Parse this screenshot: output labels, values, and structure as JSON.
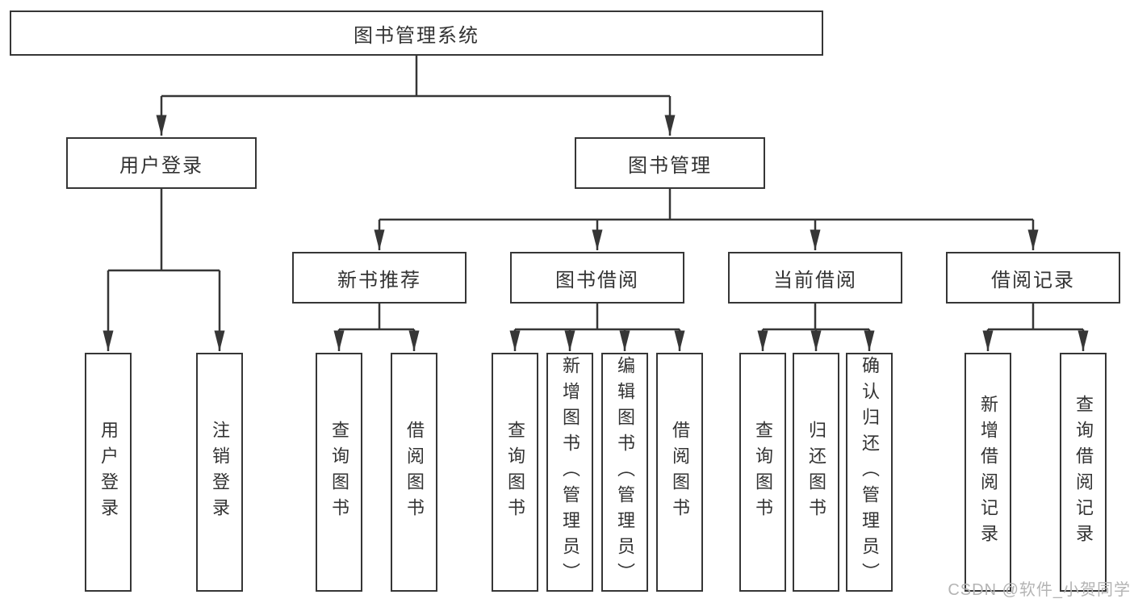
{
  "diagram_title": "图书管理系统",
  "nodes": {
    "root": "图书管理系统",
    "user_login": "用户登录",
    "book_mgmt": "图书管理",
    "new_book_rec": "新书推荐",
    "book_borrow": "图书借阅",
    "current_borrow": "当前借阅",
    "borrow_records": "借阅记录",
    "leaf_user_login": "用户登录",
    "leaf_logout": "注销登录",
    "leaf_nbr_query": "查询图书",
    "leaf_nbr_borrow": "借阅图书",
    "leaf_bb_query": "查询图书",
    "leaf_bb_add": "新增图书（管理员）",
    "leaf_bb_edit": "编辑图书（管理员）",
    "leaf_bb_borrow": "借阅图书",
    "leaf_cb_query": "查询图书",
    "leaf_cb_return": "归还图书",
    "leaf_cb_confirm": "确认归还（管理员）",
    "leaf_br_add": "新增借阅记录",
    "leaf_br_query": "查询借阅记录"
  },
  "hierarchy": {
    "图书管理系统": {
      "用户登录": [
        "用户登录",
        "注销登录"
      ],
      "图书管理": {
        "新书推荐": [
          "查询图书",
          "借阅图书"
        ],
        "图书借阅": [
          "查询图书",
          "新增图书（管理员）",
          "编辑图书（管理员）",
          "借阅图书"
        ],
        "当前借阅": [
          "查询图书",
          "归还图书",
          "确认归还（管理员）"
        ],
        "借阅记录": [
          "新增借阅记录",
          "查询借阅记录"
        ]
      }
    }
  },
  "watermark": "CSDN @软件_小贺同学",
  "colors": {
    "background": "#ffffff",
    "line": "#363636",
    "box_border": "#363636",
    "text": "#333333",
    "watermark": "#b4b4b4"
  }
}
